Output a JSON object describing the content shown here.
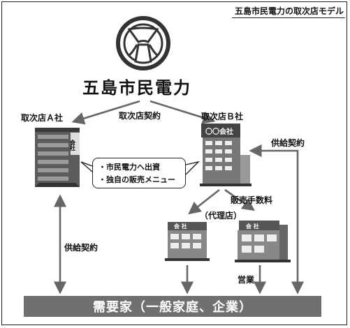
{
  "title": "五島市民電力の取次店モデル",
  "company": "五島市民電力",
  "agents": {
    "a_label": "取次店Ａ社",
    "b_label": "取次店Ｂ社",
    "b_sign": "〇〇会社"
  },
  "relations": {
    "agency_contract": "取次店契約",
    "supply_contract_right": "供給契約",
    "supply_contract_left": "供給契約",
    "sales_commission": "販売手数料",
    "agency_store": "（代理店）",
    "sales": "営業"
  },
  "bubble": {
    "line1": "・市民電力へ出資",
    "line2": "・独自の販売メニュー"
  },
  "building_a_sign": "会社",
  "store1_sign": "会 社",
  "store2_sign": "会 社",
  "consumers": "需要家（一般家庭、企業）"
}
